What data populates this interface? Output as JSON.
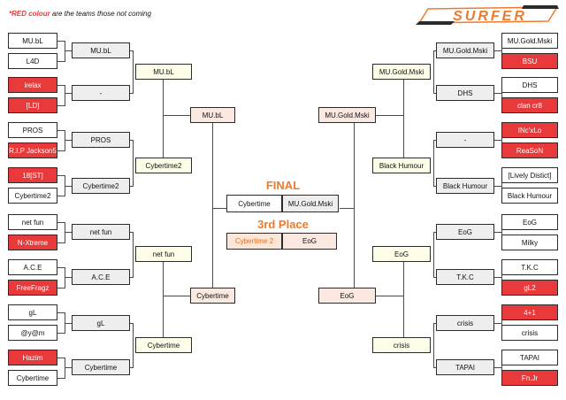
{
  "header": {
    "note_red": "*RED colour",
    "note_rest": " are the teams those not coming",
    "logo_text": "SURFER"
  },
  "labels": {
    "final": "FINAL",
    "third_place": "3rd Place"
  },
  "left": {
    "r1": [
      "MU.bL",
      "L4D",
      "irelax",
      "[LD]",
      "PROS",
      "R.I.P Jackson5",
      "18[ST]",
      "Cybertime2",
      "net fun",
      "N-Xtreme",
      "A.C.E",
      "FreeFragz",
      "gL",
      "@y@m",
      "Hazim",
      "Cybertime"
    ],
    "r2": [
      "MU.bL",
      "-",
      "PROS",
      "Cybertime2",
      "net fun",
      "A.C.E",
      "gL",
      "Cybertime"
    ],
    "r3": [
      "MU.bL",
      "Cybertime2",
      "net fun",
      "Cybertime"
    ],
    "r4": [
      "MU.bL",
      "Cybertime"
    ]
  },
  "right": {
    "r1": [
      "MU.Gold.Mski",
      "BSU",
      "DHS",
      "clan cr8",
      "INc'xLo",
      "ReaSoN",
      "[Lively Distict]",
      "Black Humour",
      "EoG",
      "Milky",
      "T.K.C",
      "gL2",
      "4+1",
      "crisis",
      "TAPAI",
      "Fn.Jr"
    ],
    "r2": [
      "MU.Gold.Mski",
      "DHS",
      "-",
      "Black Humour",
      "EoG",
      "T.K.C",
      "crisis",
      "TAPAI"
    ],
    "r3": [
      "MU.Gold.Mski",
      "Black Humour",
      "EoG",
      "crisis"
    ],
    "r4": [
      "MU.Gold.Mski",
      "EoG"
    ]
  },
  "final": [
    "Cybertime",
    "MU.Gold.Mski"
  ],
  "third": [
    "Cybertime 2",
    "EoG"
  ],
  "colors": {
    "not_coming": "#e83a3a",
    "accent": "#f07a2a"
  }
}
